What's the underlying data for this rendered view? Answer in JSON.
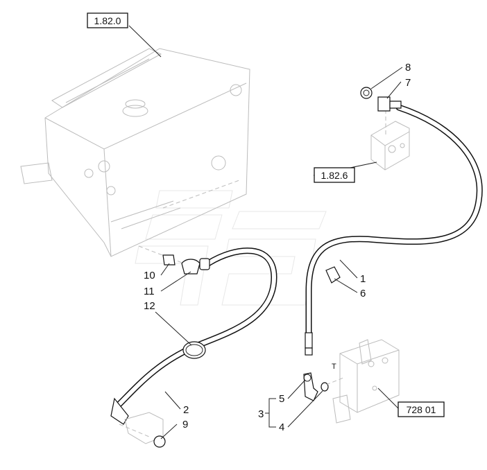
{
  "references": {
    "ref_1_82_0": "1.82.0",
    "ref_1_82_6": "1.82.6",
    "ref_728_01": "728 01"
  },
  "callouts": {
    "c1": "1",
    "c2": "2",
    "c3": "3",
    "c4": "4",
    "c5": "5",
    "c6": "6",
    "c7": "7",
    "c8": "8",
    "c9": "9",
    "c10": "10",
    "c11": "11",
    "c12": "12"
  },
  "port_marker": "T",
  "colors": {
    "ink": "#111111",
    "ghost": "#bbbbbb"
  }
}
